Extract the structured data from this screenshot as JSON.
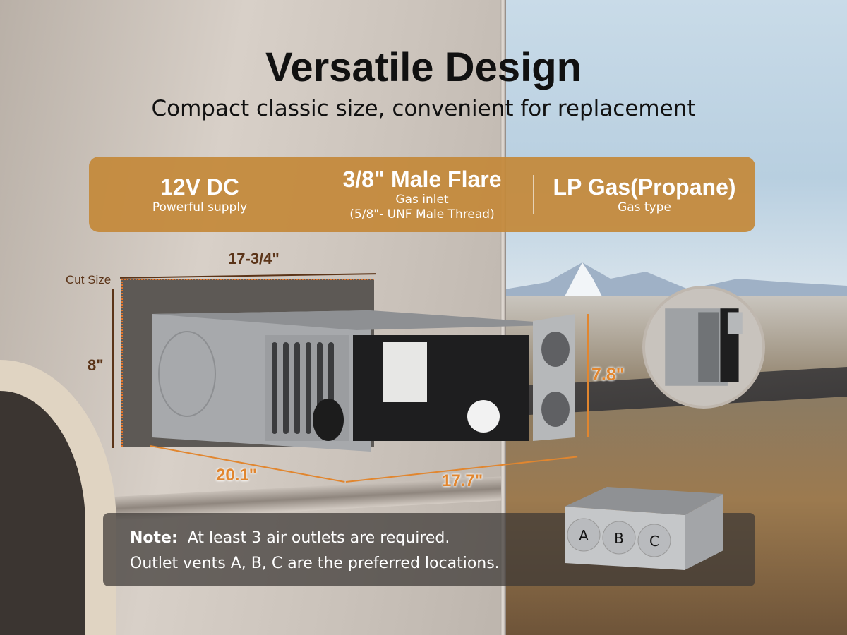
{
  "title": "Versatile Design",
  "subtitle": "Compact classic size, convenient for replacement",
  "specs": [
    {
      "value": "12V DC",
      "desc": "Powerful supply",
      "desc2": ""
    },
    {
      "value": "3/8\" Male Flare",
      "desc": "Gas inlet",
      "desc2": "(5/8\"- UNF Male Thread)"
    },
    {
      "value": "LP Gas(Propane)",
      "desc": "Gas type",
      "desc2": ""
    }
  ],
  "dimensions": {
    "cut_label": "Cut Size",
    "cut_width": "17-3/4\"",
    "cut_height": "8\"",
    "depth": "20.1\"",
    "width": "17.7\"",
    "height": "7.8\""
  },
  "note": {
    "label": "Note:",
    "line1": "At least 3 air outlets are required.",
    "line2": "Outlet vents A, B, C are the preferred locations."
  },
  "outlets": [
    "A",
    "B",
    "C"
  ],
  "colors": {
    "accent": "#c4893a",
    "dim_dark": "#5b3418",
    "dim_orange": "#e1862f"
  }
}
